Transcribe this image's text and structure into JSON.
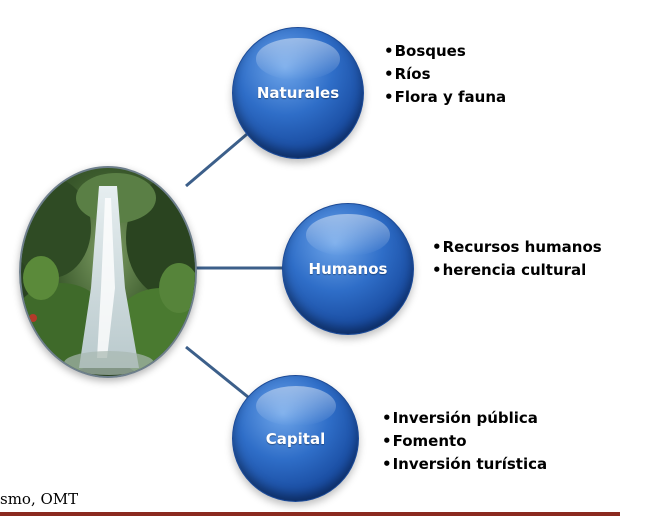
{
  "nodes": [
    {
      "label": "Naturales",
      "bullets": [
        "Bosques",
        "Ríos",
        "Flora y fauna"
      ]
    },
    {
      "label": "Humanos",
      "bullets": [
        "Recursos humanos",
        "herencia cultural"
      ]
    },
    {
      "label": "Capital",
      "bullets": [
        "Inversión pública",
        "Fomento",
        "Inversión turística"
      ]
    }
  ],
  "center_image": "waterfall-photo",
  "footer": {
    "text": "smo, OMT"
  },
  "colors": {
    "node_fill": "#2f6ec8",
    "connector": "#3c5f8a",
    "footer_rule": "#8b2a1f"
  }
}
